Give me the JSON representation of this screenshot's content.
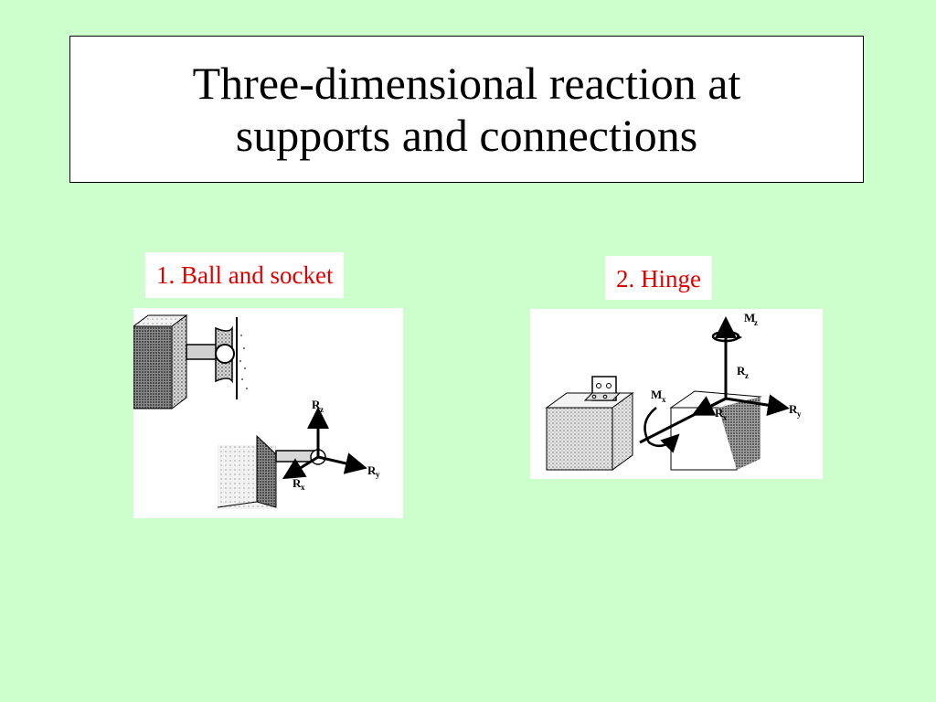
{
  "colors": {
    "slide_background": "#ccffcc",
    "title_box_background": "#ffffff",
    "label_text": "#e00000",
    "ink": "#000000"
  },
  "title": {
    "line1": "Three-dimensional reaction at",
    "line2": "supports and connections"
  },
  "items": [
    {
      "label": "1. Ball and socket",
      "figure": {
        "axis_labels": [
          {
            "main": "R",
            "sub": "z"
          },
          {
            "main": "R",
            "sub": "y"
          },
          {
            "main": "R",
            "sub": "x"
          }
        ]
      }
    },
    {
      "label": "2. Hinge",
      "figure": {
        "axis_labels": [
          {
            "main": "M",
            "sub": "z"
          },
          {
            "main": "R",
            "sub": "z"
          },
          {
            "main": "M",
            "sub": "x"
          },
          {
            "main": "R",
            "sub": "x"
          },
          {
            "main": "R",
            "sub": "y"
          }
        ]
      }
    }
  ]
}
